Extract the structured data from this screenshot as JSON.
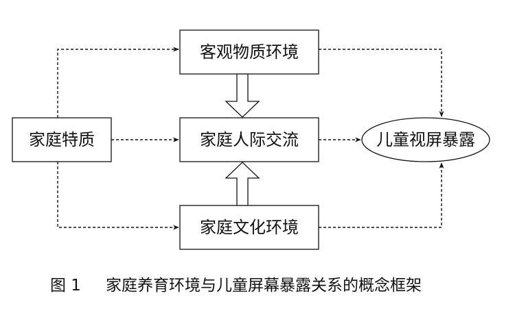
{
  "diagram": {
    "nodes": {
      "family_traits": "家庭特质",
      "objective_env": "客观物质环境",
      "interaction": "家庭人际交流",
      "cultural_env": "家庭文化环境",
      "screen_exposure": "儿童视屏暴露"
    }
  },
  "caption": {
    "number": "图 1",
    "title": "家庭养育环境与儿童屏幕暴露关系的概念框架"
  },
  "colors": {
    "stroke": "#111111",
    "background": "#ffffff"
  }
}
